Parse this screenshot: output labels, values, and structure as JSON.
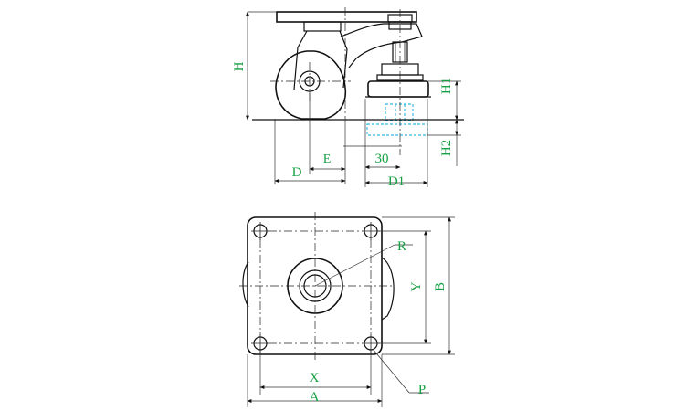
{
  "labels": {
    "H": "H",
    "H1": "H1",
    "H2": "H2",
    "E": "E",
    "D": "D",
    "value_30": "30",
    "D1": "D1",
    "R": "R",
    "Y": "Y",
    "B": "B",
    "X": "X",
    "A": "A",
    "P": "P"
  },
  "colors": {
    "label": "#17a043",
    "line": "#111111",
    "hidden_line": "#00a7d9"
  }
}
